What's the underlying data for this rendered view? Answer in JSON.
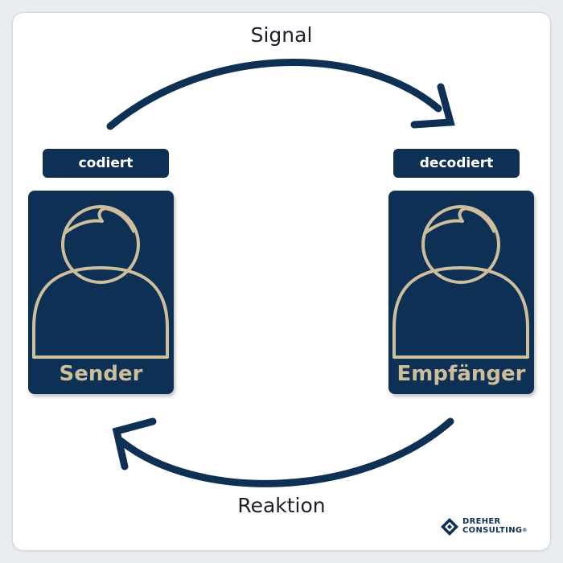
{
  "diagram": {
    "signal_label": "Signal",
    "reaction_label": "Reaktion",
    "sender": {
      "tag": "codiert",
      "name": "Sender",
      "icon": "person-icon"
    },
    "receiver": {
      "tag": "decodiert",
      "name": "Empfänger",
      "icon": "person-icon"
    }
  },
  "logo": {
    "line1": "DREHER",
    "line2": "CONSULTING",
    "registered": "®"
  },
  "colors": {
    "navy": "#0e3054",
    "gold": "#cdbe9c",
    "text": "#1b1f2a"
  }
}
